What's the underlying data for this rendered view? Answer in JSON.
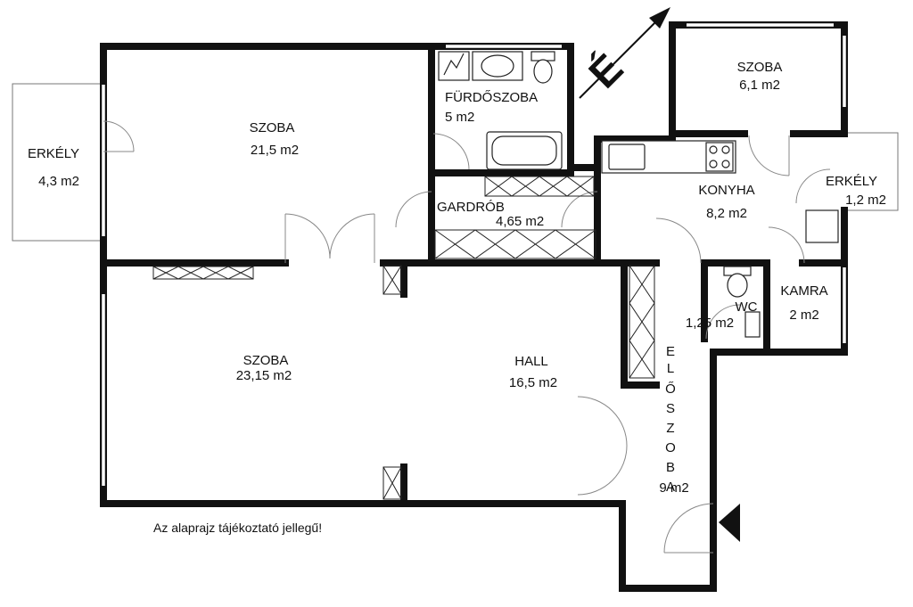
{
  "rooms": {
    "balcony_left": {
      "name": "ERKÉLY",
      "area": "4,3 m2"
    },
    "room_top_left": {
      "name": "SZOBA",
      "area": "21,5 m2"
    },
    "bathroom": {
      "name": "FÜRDŐSZOBA",
      "area": "5 m2"
    },
    "wardrobe": {
      "name": "GARDRÓB",
      "area": "4,65 m2"
    },
    "room_top_right": {
      "name": "SZOBA",
      "area": "6,1  m2"
    },
    "kitchen": {
      "name": "KONYHA",
      "area": "8,2 m2"
    },
    "balcony_right": {
      "name": "ERKÉLY",
      "area": "1,2  m2"
    },
    "pantry": {
      "name": "KAMRA",
      "area": "2 m2"
    },
    "wc": {
      "name": "WC",
      "area": "1,25 m2"
    },
    "room_bottom": {
      "name": "SZOBA",
      "area": "23,15 m2"
    },
    "hall": {
      "name": "HALL",
      "area": "16,5 m2"
    },
    "entrance": {
      "letters": [
        "E",
        "L",
        "Ő",
        "S",
        "Z",
        "O",
        "B",
        "A"
      ],
      "area": "9 m2"
    }
  },
  "disclaimer": "Az alaprajz tájékoztató jellegű!",
  "north_marker": {
    "letter": "É"
  },
  "entry_marker": {
    "icon": "entry-arrow-icon"
  },
  "colors": {
    "wall": "#111111",
    "line": "#777777"
  }
}
